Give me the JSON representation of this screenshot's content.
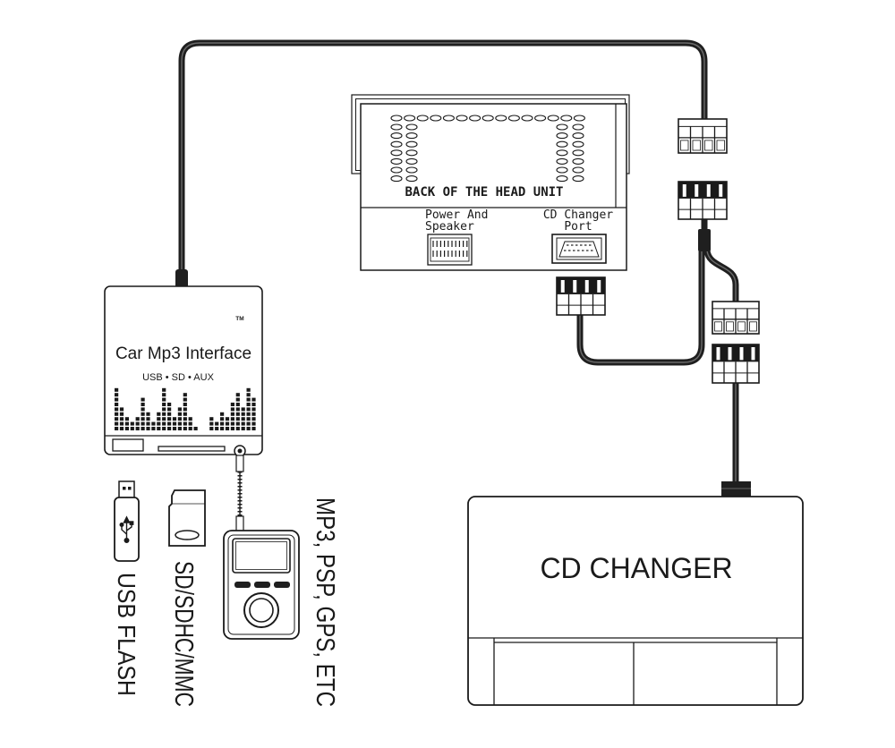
{
  "head_unit": {
    "title": "BACK OF THE HEAD UNIT",
    "power_port_label": [
      "Power And",
      "Speaker"
    ],
    "cd_port_label": [
      "CD Changer",
      "Port"
    ]
  },
  "interface": {
    "trademark": "TM",
    "title": "Car Mp3 Interface",
    "subtitle": "USB • SD • AUX"
  },
  "devices": {
    "usb_label": "USB FLASH",
    "sd_label": "SD/SDHC/MMC",
    "player_label": "MP3, PSP, GPS, ETC"
  },
  "cd_changer": {
    "label": "CD CHANGER"
  },
  "colors": {
    "line": "#1a1a1a",
    "background": "#ffffff"
  }
}
